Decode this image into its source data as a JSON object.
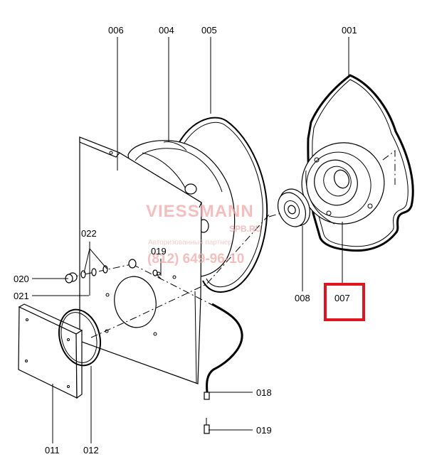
{
  "parts": {
    "p001": "001",
    "p004": "004",
    "p005": "005",
    "p006": "006",
    "p007": "007",
    "p008": "008",
    "p011": "011",
    "p012": "012",
    "p018": "018",
    "p019_top": "019",
    "p019_bottom": "019",
    "p020": "020",
    "p021": "021",
    "p022": "022"
  },
  "highlight": {
    "part": "007",
    "color": "#e0141e"
  },
  "watermark": {
    "brand": "VIESSMANN",
    "sub": "SPB.RU",
    "line1": "Авторизованный партнер",
    "phone": "(812) 649-96-10",
    "color": "#f2a9a9"
  }
}
